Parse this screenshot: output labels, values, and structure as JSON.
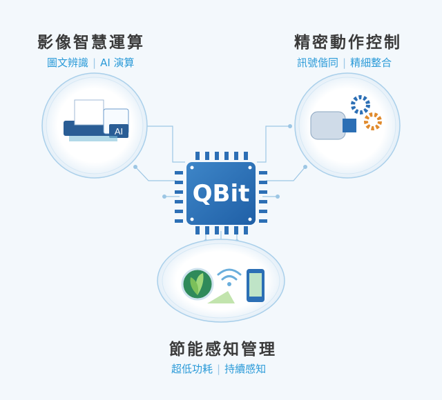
{
  "chip": {
    "label": "QBit"
  },
  "features": [
    {
      "title": "影像智慧運算",
      "sub_a": "圖文辨識",
      "sep": "|",
      "sub_b": "AI 演算",
      "icon_text": "AI"
    },
    {
      "title": "精密動作控制",
      "sub_a": "訊號偕同",
      "sep": "|",
      "sub_b": "精細整合"
    },
    {
      "title": "節能感知管理",
      "sub_a": "超低功耗",
      "sep": "|",
      "sub_b": "持續感知"
    }
  ],
  "colors": {
    "chip": "#2c6fb5",
    "accent": "#2a9ad8",
    "title": "#3a3a3a"
  }
}
